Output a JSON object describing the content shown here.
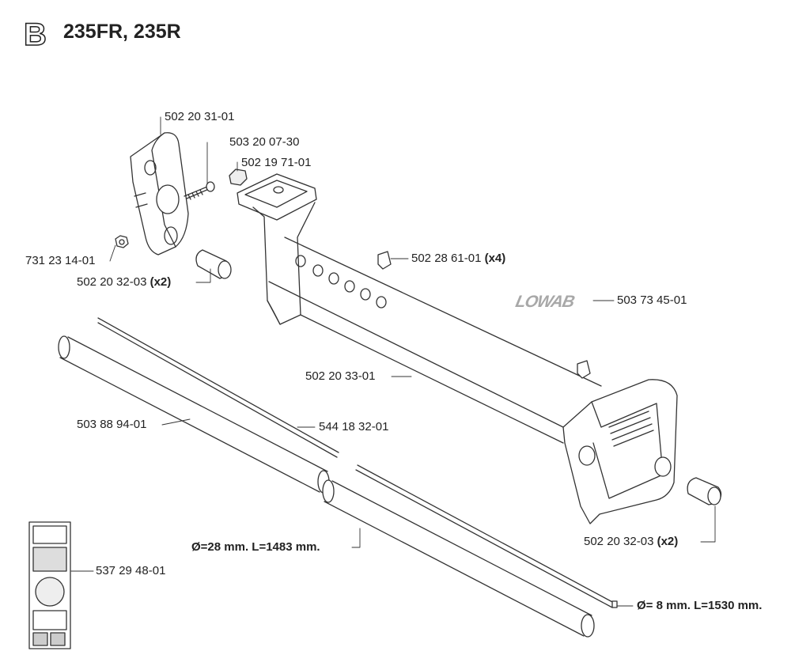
{
  "section_letter": "B",
  "title": "235FR, 235R",
  "labels": {
    "grip_clamp": "502 20 31-01",
    "screw": "503 20 07-30",
    "nut_insert": "502 19 71-01",
    "nut": "731 23 14-01",
    "grip_left": "502 20 32-03",
    "grip_left_qty": "(x2)",
    "cable_clip": "502 28 61-01",
    "cable_clip_qty": "(x4)",
    "decal_logo": "503 73 45-01",
    "handlebar": "502 20 33-01",
    "tube": "503 88 94-01",
    "rod": "544 18 32-01",
    "tube_dim": "Ø=28 mm. L=1483 mm.",
    "grip_right": "502 20 32-03",
    "grip_right_qty": "(x2)",
    "decal_label": "537 29 48-01",
    "rod_dim": "Ø= 8 mm. L=1530 mm."
  },
  "logo_text": "LOWAB",
  "line_color": "#333333"
}
